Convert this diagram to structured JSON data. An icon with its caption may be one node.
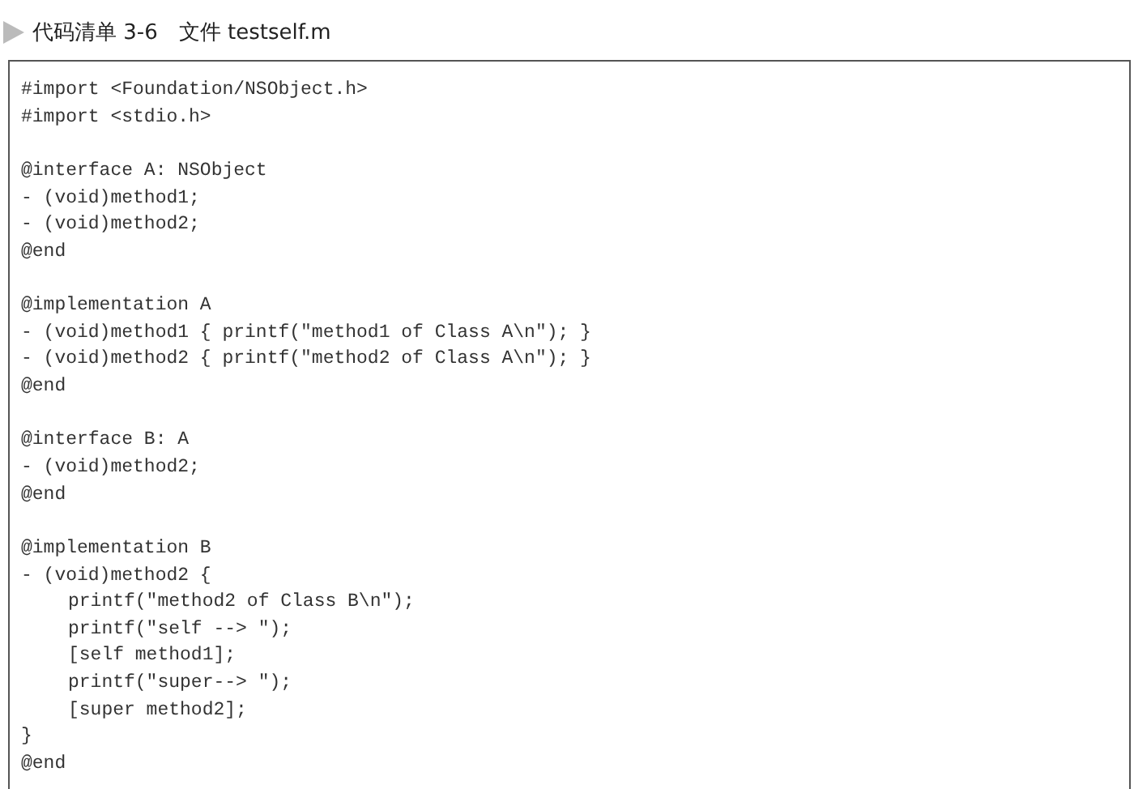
{
  "diagram": {
    "title": "代码清单 3-6　文件 testself.m",
    "nodes": [
      {
        "text": [
          "#import <Foundation/NSObject.h>",
          "#import <stdio.h>",
          "@interface A: NSObject",
          "- (void)method1;",
          "- (void)method2;",
          "@end",
          "@implementation A",
          "- (void)method1 { printf(\"method1 of Class A\\n\"); }",
          "- (void)method2 { printf(\"method2 of Class A\\n\"); }",
          "@end",
          "@interface B: A",
          "- (void)method2;",
          "@end",
          "@implementation B",
          "- (void)method2 {",
          "printf(\"method2 of Class B\\n\");",
          "printf(\"self --> \");",
          "[self method1];",
          "printf(\"super--> \");",
          "[super method2];",
          "}",
          "@end"
        ]
      }
    ]
  }
}
